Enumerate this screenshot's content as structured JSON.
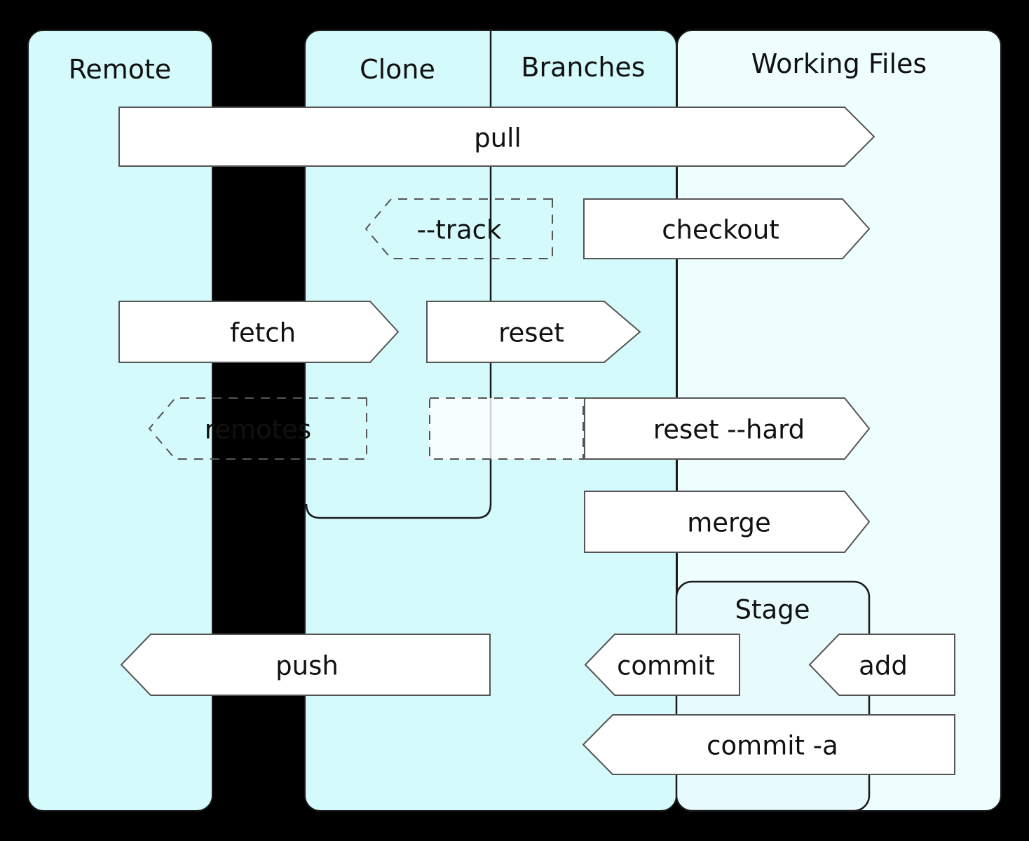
{
  "columns": [
    {
      "id": "remote",
      "title": "Remote"
    },
    {
      "id": "clone",
      "title": "Clone"
    },
    {
      "id": "branches",
      "title": "Branches"
    },
    {
      "id": "working-files",
      "title": "Working Files"
    }
  ],
  "stage": {
    "label": "Stage"
  },
  "arrows": [
    {
      "label": "pull",
      "direction": "right",
      "style": "solid",
      "from": "Remote",
      "to": "Working Files"
    },
    {
      "label": "--track",
      "direction": "left",
      "style": "dashed",
      "from": "Branches",
      "to": "Clone"
    },
    {
      "label": "checkout",
      "direction": "right",
      "style": "solid",
      "from": "Branches",
      "to": "Working Files"
    },
    {
      "label": "fetch",
      "direction": "right",
      "style": "solid",
      "from": "Remote",
      "to": "Clone"
    },
    {
      "label": "reset",
      "direction": "right",
      "style": "solid",
      "from": "Clone",
      "to": "Branches"
    },
    {
      "label": "remotes",
      "direction": "left",
      "style": "dashed",
      "from": "Clone",
      "to": "Remote"
    },
    {
      "label": "reset --hard",
      "direction": "right",
      "style": "solid",
      "from": "Branches",
      "to": "Working Files"
    },
    {
      "label": "merge",
      "direction": "right",
      "style": "solid",
      "from": "Branches",
      "to": "Working Files"
    },
    {
      "label": "push",
      "direction": "left",
      "style": "solid",
      "from": "Branches",
      "to": "Remote"
    },
    {
      "label": "commit",
      "direction": "left",
      "style": "solid",
      "from": "Stage",
      "to": "Branches"
    },
    {
      "label": "add",
      "direction": "left",
      "style": "solid",
      "from": "Working Files",
      "to": "Stage"
    },
    {
      "label": "commit -a",
      "direction": "left",
      "style": "solid",
      "from": "Working Files",
      "to": "Branches"
    }
  ],
  "colors": {
    "background": "#000000",
    "column_fill": "#d5fafc",
    "working_files_fill": "#eefdfe",
    "stage_fill": "#e7fbfd",
    "arrow_fill": "#ffffff",
    "arrow_stroke": "#555555",
    "outline": "#1a1a1a",
    "text": "#111111"
  }
}
